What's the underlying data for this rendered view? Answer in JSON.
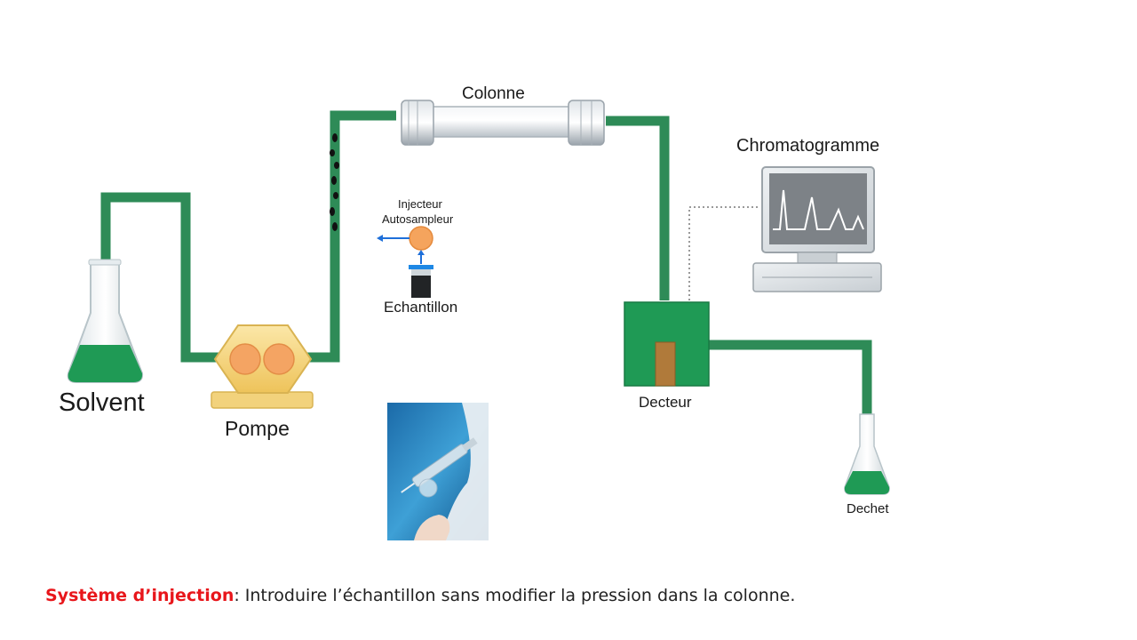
{
  "labels": {
    "solvent": "Solvent",
    "pompe": "Pompe",
    "colonne": "Colonne",
    "chromatogramme": "Chromatogramme",
    "injecteur_line1": "Injecteur",
    "injecteur_line2": "Autosampleur",
    "echantillon": "Echantillon",
    "decteur": "Decteur",
    "dechet": "Dechet"
  },
  "caption": {
    "term": "Système d’injection",
    "text": ": Introduire l’échantillon sans modifier la pression dans la colonne."
  },
  "colors": {
    "tubing": "#2e8b57",
    "caption_term": "#e8161b",
    "liquid": "#1f9a55",
    "pump_body": "#f6d37a",
    "pump_rollers": "#f4a463",
    "injector_ball": "#f5a45d",
    "arrow": "#1e6fd9",
    "detector_inner": "#b07a3a"
  },
  "icons": {
    "solvent_flask": "erlenmeyer-flask-icon",
    "waste_flask": "erlenmeyer-flask-icon",
    "pump": "peristaltic-pump-icon",
    "column": "hplc-column-icon",
    "computer": "computer-monitor-icon",
    "detector": "detector-box-icon",
    "injector": "autosampler-injector-icon",
    "photo": "syringe-photo"
  }
}
